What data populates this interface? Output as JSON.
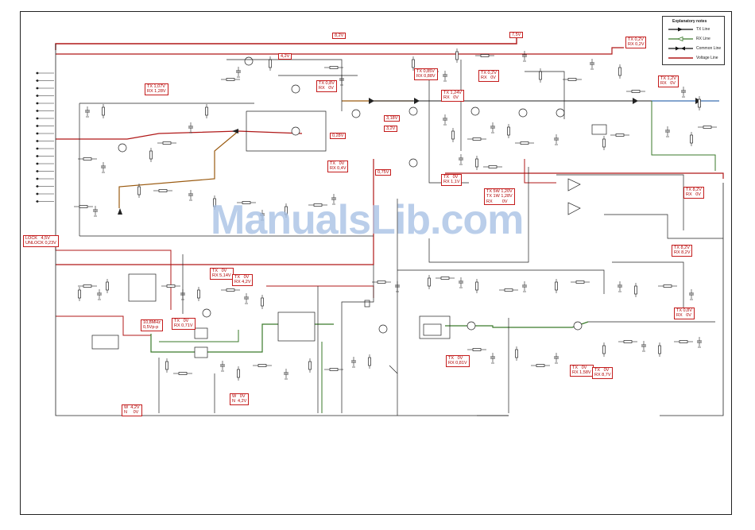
{
  "legend": {
    "title": "Explanatory notes",
    "items": [
      {
        "label": "TX Line",
        "kind": "tx",
        "color": "#111111"
      },
      {
        "label": "RX Line",
        "kind": "rx",
        "color": "#3a7a2a"
      },
      {
        "label": "Common Line",
        "kind": "common",
        "color": "#111111"
      },
      {
        "label": "Voltage Line",
        "kind": "voltage",
        "color": "#b01818"
      }
    ]
  },
  "voltage_labels": {
    "v_top_82": "8,2V",
    "v_top_75": "7,5V",
    "v_42": "4,2V",
    "tx1_ant": "TX 0,2V\nRX 0,2V",
    "tx1_right": "TX 1,2V\nRX   0V",
    "tx1_left": "TX 1,07V\nRX 1,28V",
    "tx1_mid": "TX 0,8V\nRX   0V",
    "tx_085": "TX 0,85V\nRX 0,88V",
    "tx_124": "TX 1,24V\nRX   0V",
    "tx_02b": "TX 0,2V\nRX   0V",
    "v_318": "3,18V",
    "v_32": "3,2V",
    "v_028": "0,28V",
    "tx_04": "TX   0V\nRX 0,4V",
    "v_075": "0,75V",
    "tx_11": "TX   0V\nRX 1,1V",
    "tx_5w": "TX 5W 1,20V\nTX 1W 1,28V\nRX        0V",
    "tx_824": "TX 8,2V\nRX   0V",
    "lock": "LOCK   4,5V\nUNLOCK 0,23V",
    "tx_82r": "TX 8,2V\nRX 8,2V",
    "tx_514": "TX   0V\nRX 5,14V",
    "tx_42b": "TX   0V\nRX 4,2V",
    "tx_071": "TX   0V\nRX 0,71V",
    "mhz": "10,8MHz\n0,5Vp-p",
    "tx_081": "TX   0V\nRX 0,81V",
    "tx_082": "TX 0,8V\nRX   0V",
    "tx_158": "TX   0V\nRX 1,58V",
    "tx_087": "TX   0V\nRX 8,7V",
    "w_42": "W   0V\nN  4,2V",
    "w_42b": "W  4,2V\nN     0V"
  }
}
